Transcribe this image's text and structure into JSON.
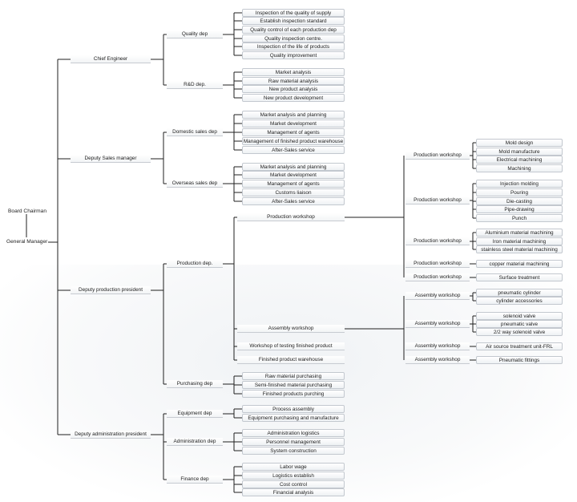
{
  "root": {
    "top_label": "Board Chairman",
    "bottom_label": "General Manager"
  },
  "branches": [
    {
      "name": "Chief Engineer",
      "departments": [
        {
          "name": "Quality dep",
          "items": [
            "Inspection of the quality of supply",
            "Establish inspection standard",
            "Quality control of each production dep",
            "Quality inspection centre.",
            "Inspection of the life of products",
            "Quality improvement"
          ]
        },
        {
          "name": "R&D dep.",
          "items": [
            "Market analysis",
            "Raw material analysis",
            "New product analysis",
            "New product development"
          ]
        }
      ]
    },
    {
      "name": "Deputy Sales manager",
      "departments": [
        {
          "name": "Domestic sales dep",
          "items": [
            "Market analysis and planning",
            "Market development",
            "Management of agents",
            "Management of finished product warehouse",
            "After-Sales service"
          ]
        },
        {
          "name": "Overseas sales dep",
          "items": [
            "Market analysis and planning",
            "Market development",
            "Management of agents",
            "Customs liaison",
            "After-Sales service"
          ]
        }
      ]
    },
    {
      "name": "Deputy production president",
      "departments": [
        {
          "name": "Production dep.",
          "subunits": [
            {
              "name": "Production workshop",
              "workshops": [
                {
                  "name": "Production workshop",
                  "items": [
                    "Mold design",
                    "Mold manufacture",
                    "Electrical machining",
                    "Machining"
                  ]
                },
                {
                  "name": "Production workshop",
                  "items": [
                    "Injection molding",
                    "Pouring",
                    "Die-casting",
                    "Pipe-drawing",
                    "Punch"
                  ]
                },
                {
                  "name": "Production workshop",
                  "items": [
                    "Aluminium material machining",
                    "Iron material machining",
                    "stainless steel material machining"
                  ]
                },
                {
                  "name": "Production workshop",
                  "items": [
                    "copper material machining"
                  ]
                },
                {
                  "name": "Production workshop",
                  "items": [
                    "Surface treatment"
                  ]
                }
              ]
            },
            {
              "name": "Assembly workshop",
              "workshops": [
                {
                  "name": "Assembly workshop",
                  "items": [
                    "pneumatic cylinder",
                    "cylinder accessories"
                  ]
                },
                {
                  "name": "Assembly workshop",
                  "items": [
                    "solenoid valve",
                    "pneumatic valve",
                    "2/2 way solenoid valve"
                  ]
                },
                {
                  "name": "Assembly workshop",
                  "items": [
                    "Air source treatment unit-FRL"
                  ]
                },
                {
                  "name": "Assembly workshop",
                  "items": [
                    "Pneumatic fittings"
                  ]
                }
              ]
            },
            {
              "name": "Workshop of testing finished product"
            },
            {
              "name": "Finished product warehouse"
            }
          ]
        },
        {
          "name": "Purchasing dep",
          "items": [
            "Raw material purchasing",
            "Semi-finished material purchasing",
            "Finished products purching"
          ]
        }
      ]
    },
    {
      "name": "Deputy administration president",
      "departments": [
        {
          "name": "Equipment dep",
          "items": [
            "Process assembly",
            "Equipment purchasing and manufacture"
          ]
        },
        {
          "name": "Administration dep",
          "items": [
            "Administration logistics",
            "Personnel management",
            "System construction"
          ]
        },
        {
          "name": "Finance dep",
          "items": [
            "Labor wage",
            "Logistics establish",
            "Cost control",
            "Financial analysis"
          ]
        }
      ]
    }
  ],
  "colors": {
    "line": "#1f1f1f",
    "box_border": "#c3c8cf",
    "text": "#222222"
  }
}
